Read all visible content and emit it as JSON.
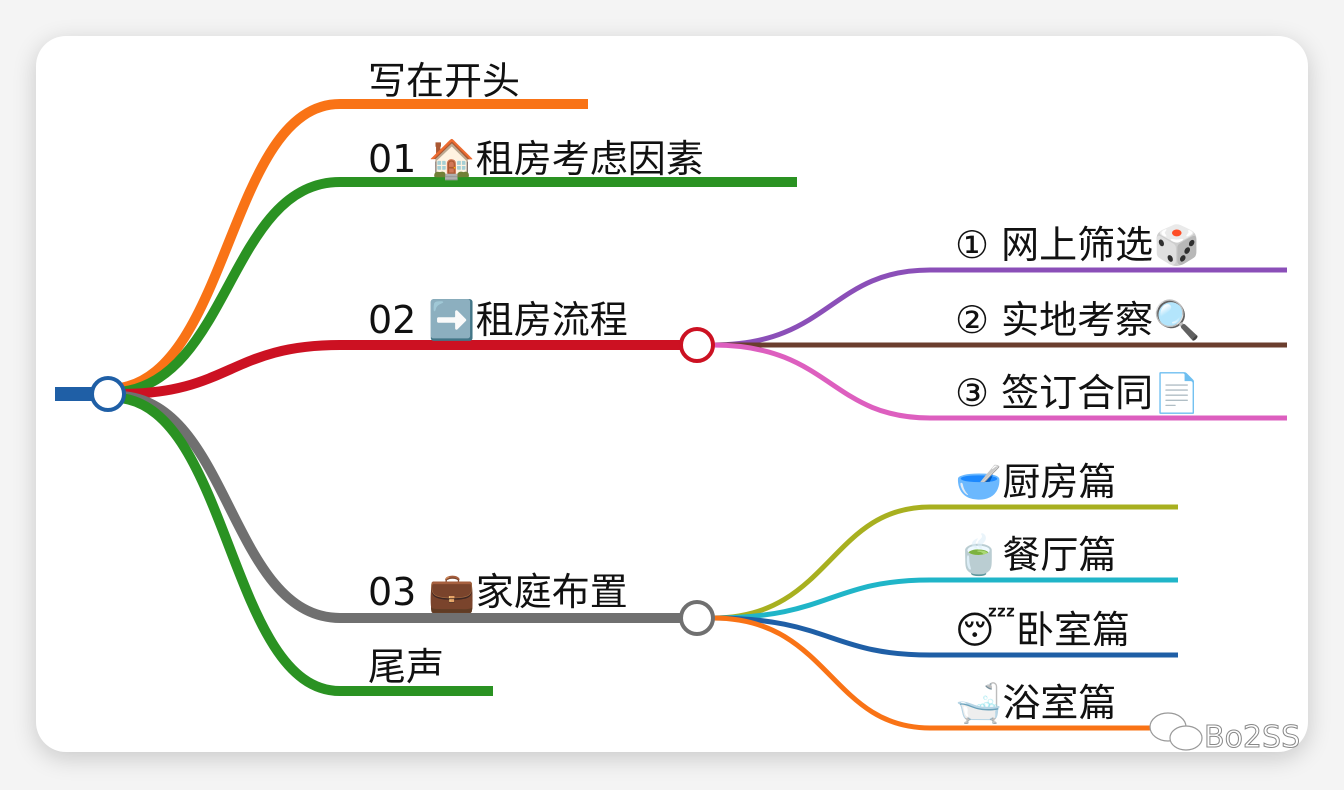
{
  "root": {
    "color": "#1f5fa6"
  },
  "branches": [
    {
      "label": "写在开头",
      "color": "#f97316"
    },
    {
      "label": "01 🏠租房考虑因素",
      "color": "#2a9222"
    },
    {
      "label": "02 ➡️租房流程",
      "color": "#cc1122",
      "children": [
        {
          "label": "① 网上筛选🎲",
          "color": "#8b4fb8"
        },
        {
          "label": "② 实地考察🔍",
          "color": "#6b3e2e"
        },
        {
          "label": "③ 签订合同📄",
          "color": "#dd5fbf"
        }
      ]
    },
    {
      "label": "03 💼家庭布置",
      "color": "#707070",
      "children": [
        {
          "label": "🥣厨房篇",
          "color": "#a8b020"
        },
        {
          "label": "🍵餐厅篇",
          "color": "#20b5c8"
        },
        {
          "label": "😴卧室篇",
          "color": "#1f5fa6"
        },
        {
          "label": "🛁浴室篇",
          "color": "#f97316"
        }
      ]
    },
    {
      "label": "尾声",
      "color": "#2a9222"
    }
  ],
  "watermark": "Bo2SS"
}
